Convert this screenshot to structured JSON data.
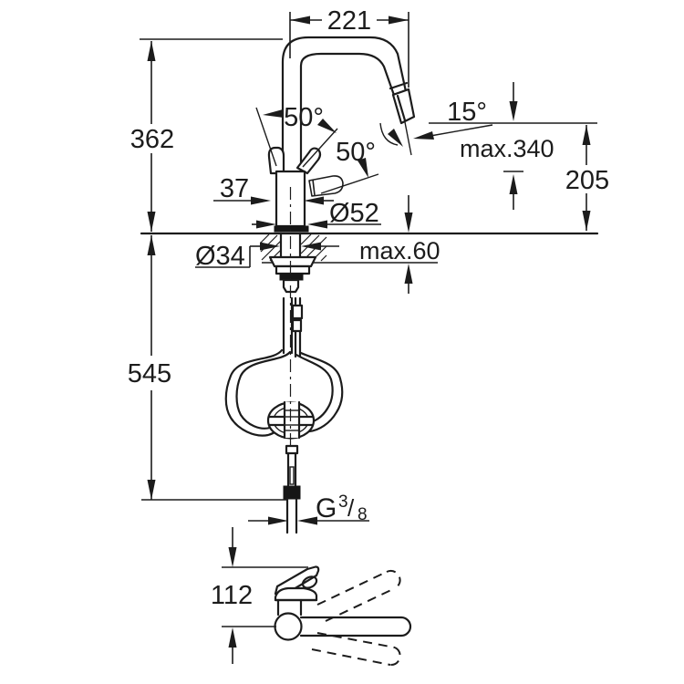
{
  "drawing_title": "kitchen-faucet-dimension-drawing",
  "colors": {
    "line_color": "#1c1c1c",
    "background": "#ffffff"
  },
  "dimensions": {
    "spout_reach": "221",
    "height_above_counter": "362",
    "hose_length_below_counter": "545",
    "lever_swing_front": "50°",
    "lever_swing_rear": "50°",
    "spray_head_angle": "15°",
    "max_height": "max.340",
    "outlet_height": "205",
    "lever_offset": "37",
    "base_diameter": "Ø52",
    "mounting_hole_diameter": "Ø34",
    "max_counter_thickness": "max.60",
    "side_view_height": "112",
    "connection_thread": {
      "prefix": "G",
      "numerator": "3",
      "slash": "/",
      "denominator": "8"
    }
  }
}
